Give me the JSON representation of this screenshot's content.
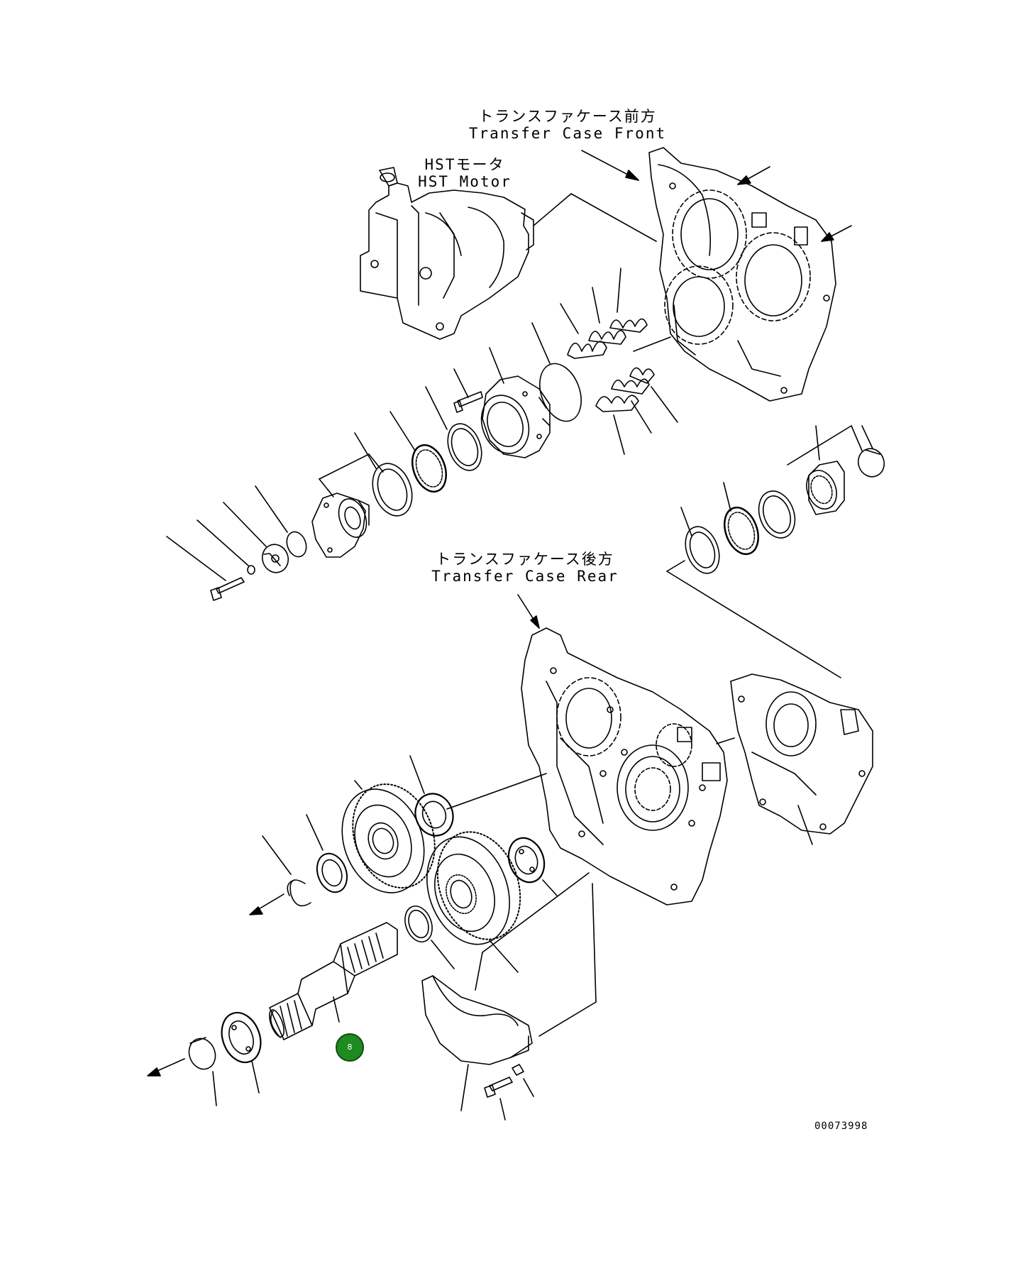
{
  "labels": {
    "transfer_front_jp": "トランスファケース前方",
    "transfer_front_en": "Transfer Case Front",
    "hst_jp": "HSTモータ",
    "hst_en": "HST Motor",
    "transfer_rear_jp": "トランスファケース後方",
    "transfer_rear_en": "Transfer Case Rear"
  },
  "callout": {
    "number": "8",
    "color": "#1f8a1f"
  },
  "drawing_number": "00073998"
}
